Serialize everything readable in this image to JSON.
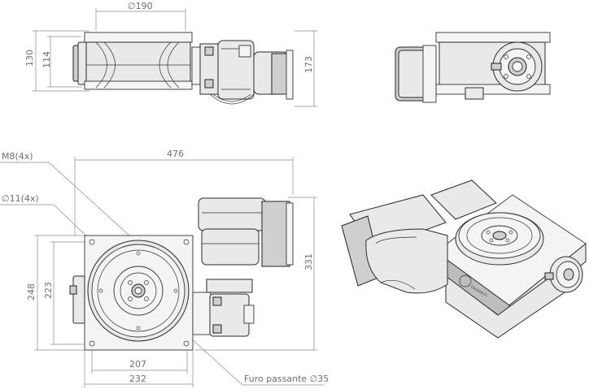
{
  "dimensions": {
    "top_diameter": "∅190",
    "height_130": "130",
    "height_114": "114",
    "height_173": "173",
    "width_476": "476",
    "height_331": "331",
    "height_248": "248",
    "height_223": "223",
    "width_207": "207",
    "width_232": "232"
  },
  "callouts": {
    "m8": "M8(4x)",
    "hole11": "∅11(4x)",
    "through_hole": "Furo passante ∅35"
  },
  "iso_brand": "Omatech"
}
